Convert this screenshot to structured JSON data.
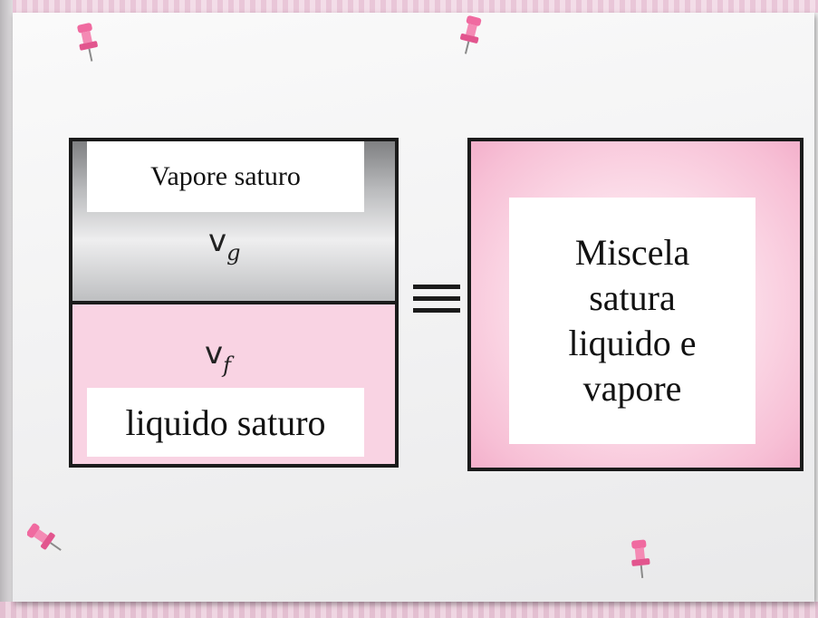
{
  "diagram": {
    "left_container": {
      "vapor_label": "Vapore saturo",
      "vapor_symbol": "v",
      "vapor_subscript": "g",
      "liquid_symbol": "v",
      "liquid_subscript": "f",
      "liquid_label": "liquido saturo"
    },
    "equivalence_symbol": "≡",
    "right_container": {
      "mixture_label_lines": [
        "Miscela",
        "satura",
        "liquido e",
        "vapore"
      ]
    }
  },
  "colors": {
    "liquid_pink": "#f9d3e3",
    "mixture_pink": "#f7bfd5",
    "pin_pink": "#ee6f9f",
    "outline": "#1b1b1b"
  }
}
